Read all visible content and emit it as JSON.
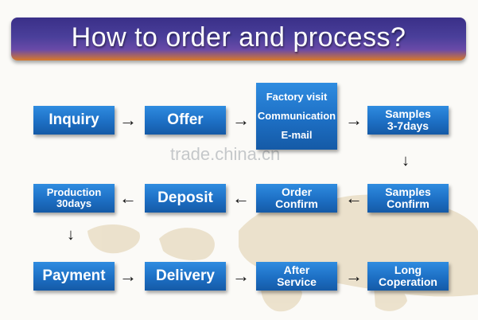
{
  "title": "How to order and process?",
  "watermark": "trade.china.cn",
  "steps": {
    "inquiry": [
      "Inquiry"
    ],
    "offer": [
      "Offer"
    ],
    "factory": [
      "Factory visit",
      "Communication",
      "E-mail"
    ],
    "samples": [
      "Samples",
      "3-7days"
    ],
    "production": [
      "Production",
      "30days"
    ],
    "deposit": [
      "Deposit"
    ],
    "order_confirm": [
      "Order",
      "Confirm"
    ],
    "samples_confirm": [
      "Samples",
      "Confirm"
    ],
    "payment": [
      "Payment"
    ],
    "delivery": [
      "Delivery"
    ],
    "after_service": [
      "After",
      "Service"
    ],
    "long_cooperation": [
      "Long",
      "Coperation"
    ]
  },
  "arrows": {
    "right": "→",
    "left": "←",
    "down": "↓"
  },
  "colors": {
    "box": "#1d6fc4",
    "banner_top": "#3a2f88",
    "banner_bottom": "#d87a2a",
    "map": "#e9dcc4"
  }
}
